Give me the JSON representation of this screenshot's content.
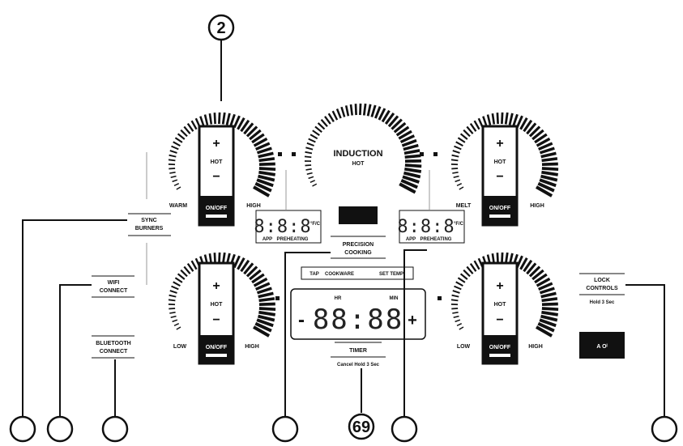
{
  "callouts": {
    "top": "2",
    "bottom": "69"
  },
  "burners": {
    "top_left": {
      "plus": "+",
      "hot": "HOT",
      "minus": "−",
      "onoff": "ON/OFF",
      "low": "WARM",
      "high": "HIGH"
    },
    "top_right": {
      "plus": "+",
      "hot": "HOT",
      "minus": "−",
      "onoff": "ON/OFF",
      "low": "MELT",
      "high": "HIGH"
    },
    "bottom_left": {
      "plus": "+",
      "hot": "HOT",
      "minus": "−",
      "onoff": "ON/OFF",
      "low": "LOW",
      "high": "HIGH"
    },
    "bottom_right": {
      "plus": "+",
      "hot": "HOT",
      "minus": "−",
      "onoff": "ON/OFF",
      "low": "LOW",
      "high": "HIGH"
    }
  },
  "center": {
    "title": "INDUCTION",
    "hot": "HOT"
  },
  "sync": {
    "line1": "SYNC",
    "line2": "BURNERS"
  },
  "wifi": {
    "line1": "WIFI",
    "line2": "CONNECT"
  },
  "bluetooth": {
    "line1": "BLUETOOTH",
    "line2": "CONNECT"
  },
  "displays": {
    "left": {
      "digits": "8:8:8",
      "unit": "°F/C",
      "app": "APP",
      "preheating": "PREHEATING"
    },
    "right": {
      "digits": "8:8:8",
      "unit": "°F/C",
      "app": "APP",
      "preheating": "PREHEATING"
    }
  },
  "precision": {
    "line1": "PRECISION",
    "line2": "COOKING"
  },
  "tap_bar": {
    "tap": "TAP",
    "cookware": "COOKWARE",
    "set_temp": "SET TEMP"
  },
  "timer": {
    "hr": "HR",
    "min": "MIN",
    "minus": "-",
    "digits": "88:88",
    "plus": "+",
    "label": "TIMER",
    "cancel": "Cancel Hold 3 Sec"
  },
  "lock": {
    "line1": "LOCK",
    "line2": "CONTROLS",
    "hold": "Hold 3 Sec",
    "key": "A  Oˡ"
  }
}
